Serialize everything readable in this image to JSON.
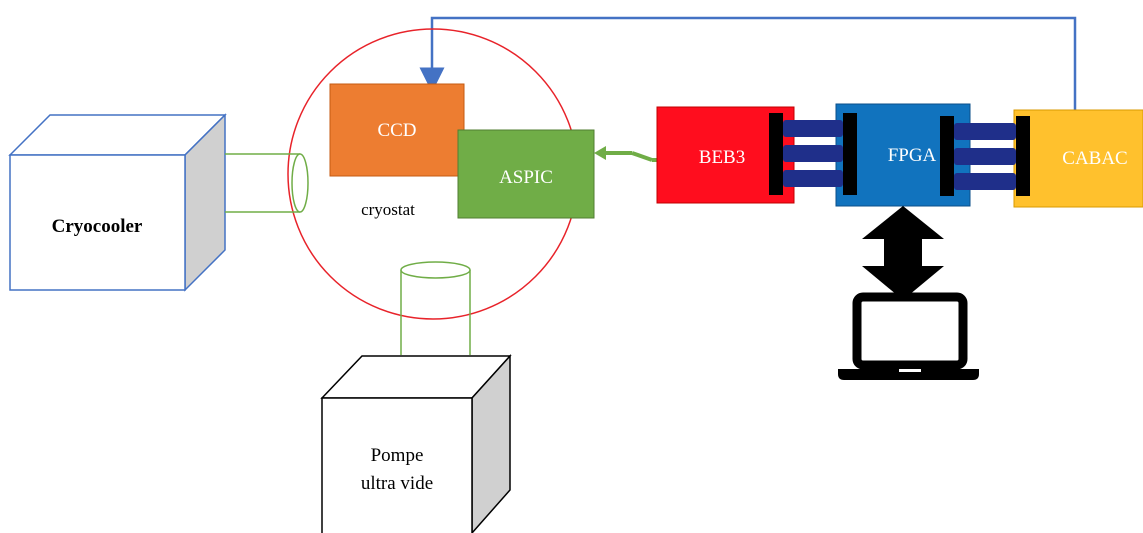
{
  "labels": {
    "cryocooler": "Cryocooler",
    "cryostat": "cryostat",
    "ccd": "CCD",
    "aspic": "ASPIC",
    "beb3": "BEB3",
    "fpga": "FPGA",
    "cabac": "CABAC",
    "pump_line1": "Pompe",
    "pump_line2": "ultra vide"
  },
  "colors": {
    "cryostat_outline": "#e8232a",
    "cube_outline_cryocooler": "#4472c4",
    "ccd": "#ed7d31",
    "aspic": "#70ad47",
    "beb3": "#ff0d1e",
    "fpga": "#1173be",
    "cabac": "#ffc12d",
    "connector": "#1f2f8a",
    "feedback_line": "#4472c4",
    "tube": "#70ad47"
  }
}
